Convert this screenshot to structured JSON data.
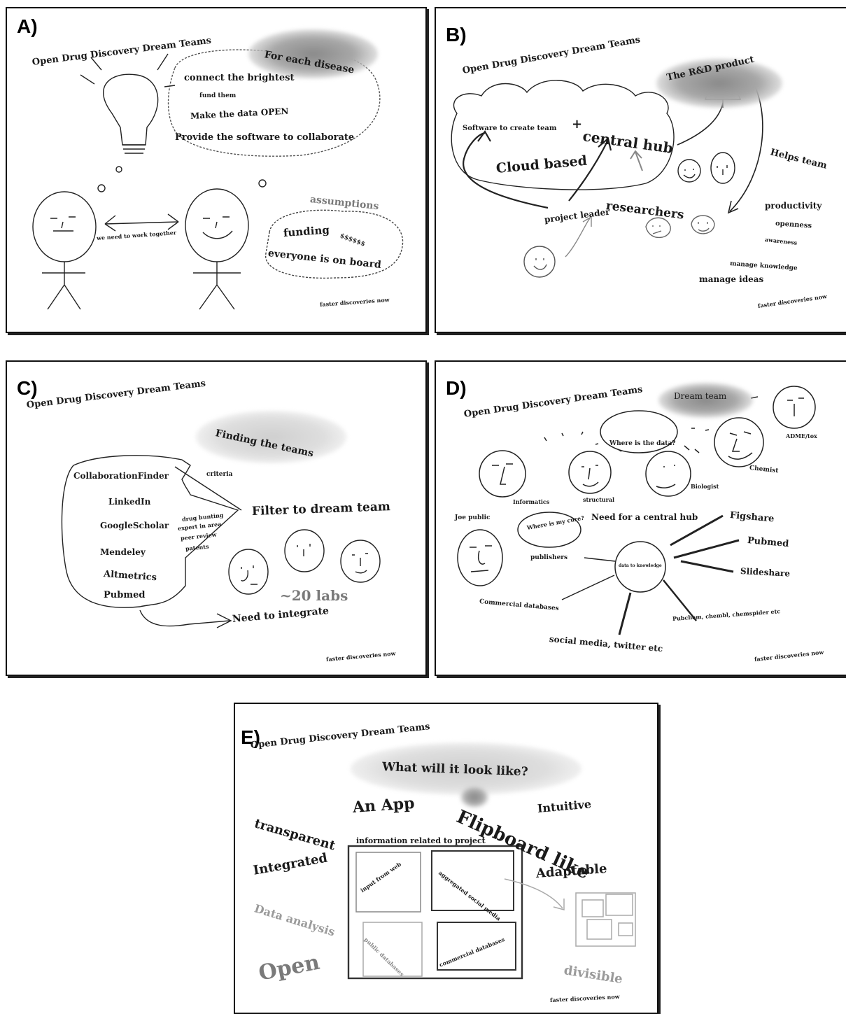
{
  "common": {
    "title": "Open Drug Discovery Dream Teams",
    "footer": "faster discoveries now"
  },
  "panelA": {
    "letter": "A)",
    "header": "For each disease",
    "bubble": [
      "connect the brightest",
      "fund them",
      "Make the data OPEN",
      "Provide the software to collaborate"
    ],
    "work_together": "we need to work together",
    "assumptions": "assumptions",
    "funding": "funding",
    "dollars": "$$$$$$",
    "on_board": "everyone is on board"
  },
  "panelB": {
    "letter": "B)",
    "header": "The R&D product",
    "software": "Software to create team",
    "plus": "+",
    "central_hub": "central hub",
    "cloud_based": "Cloud based",
    "helps_team": "Helps team",
    "researchers": "researchers",
    "project_leader": "project leader",
    "benefits": [
      "productivity",
      "openness",
      "awareness"
    ],
    "manage_knowledge": "manage knowledge",
    "manage_ideas": "manage ideas"
  },
  "panelC": {
    "letter": "C)",
    "header": "Finding the teams",
    "sources": [
      "CollaborationFinder",
      "LinkedIn",
      "GoogleScholar",
      "Mendeley",
      "Altmetrics",
      "Pubmed"
    ],
    "criteria_label": "criteria",
    "criteria": [
      "drug hunting",
      "expert in area",
      "peer review",
      "patents"
    ],
    "filter": "Filter to dream team",
    "labs": "~20 labs",
    "integrate": "Need to integrate"
  },
  "panelD": {
    "letter": "D)",
    "header": "Dream team",
    "where_data": "Where is the data?",
    "roles": {
      "informatics": "Informatics",
      "structural": "structural",
      "biologist": "Biologist",
      "chemist": "Chemist",
      "admetox": "ADME/tox"
    },
    "joe_public": "Joe public",
    "where_cure": "Where is my cure?",
    "need_hub": "Need for a central hub",
    "hub": "data to knowledge",
    "spokes": {
      "publishers": "publishers",
      "figshare": "Figshare",
      "pubmed": "Pubmed",
      "slideshare": "Slideshare",
      "commercial": "Commercial databases",
      "pubchem": "Pubchem, chembl, chemspider etc",
      "social": "social media, twitter etc"
    }
  },
  "panelE": {
    "letter": "E)",
    "header": "What will it look like?",
    "app": "An App",
    "flipboard": "Flipboard like",
    "intuitive": "Intuitive",
    "transparent": "transparent",
    "info": "information related to project",
    "integrated": "Integrated",
    "adaptable": "Adaptable",
    "data_analysis": "Data analysis",
    "open": "Open",
    "divisible": "divisible",
    "tiles": [
      "input from web",
      "aggregated social media",
      "public databases",
      "commercial databases"
    ]
  }
}
